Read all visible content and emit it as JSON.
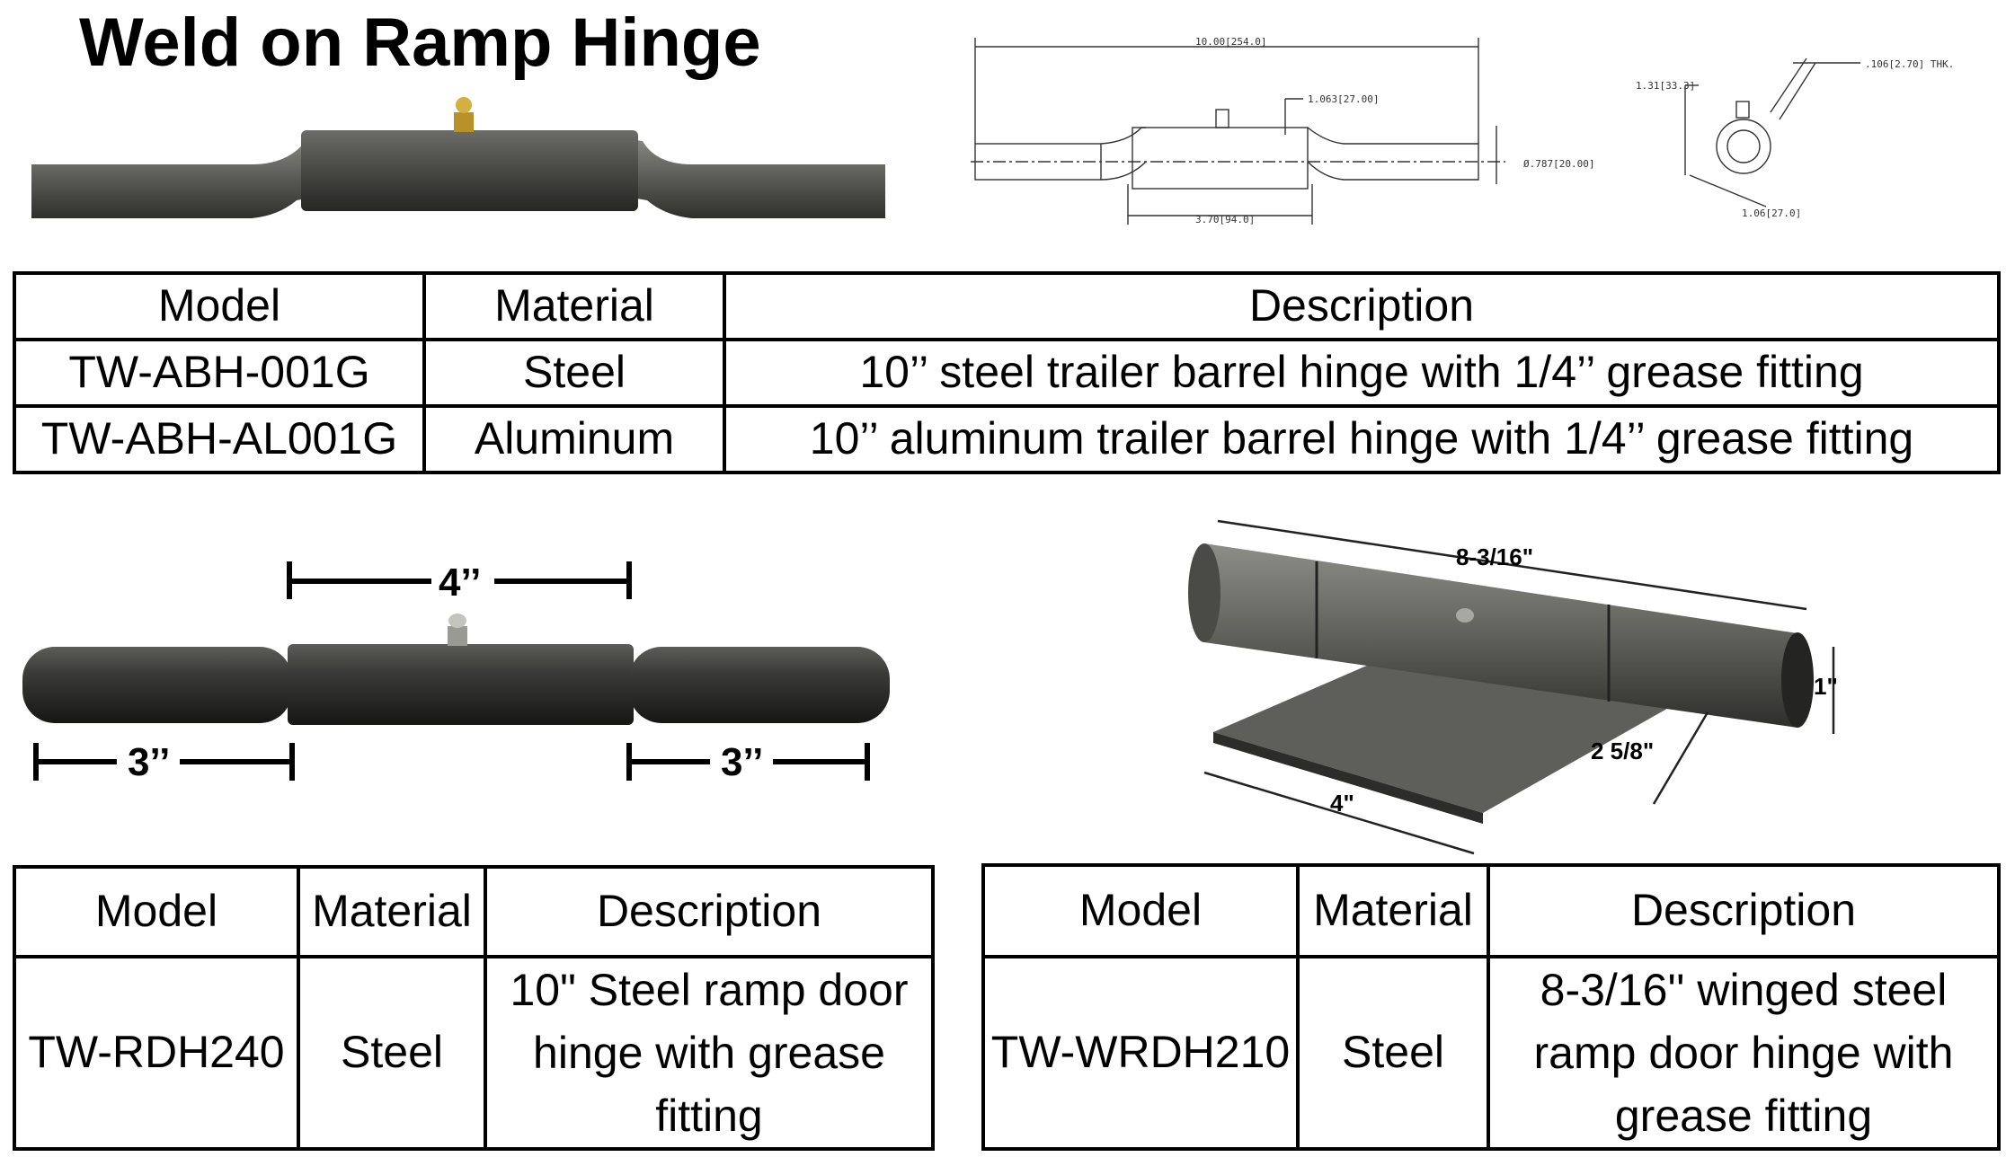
{
  "page": {
    "title": "Weld on Ramp Hinge"
  },
  "drawing_front": {
    "overall_length": "10.00[254.0]",
    "fitting_height": "1.063[27.00]",
    "diameter": "Ø.787[20.00]",
    "barrel_length": "3.70[94.0]"
  },
  "drawing_side": {
    "height": "1.31[33.3]",
    "thickness": ".106[2.70] THK.",
    "width": "1.06[27.0]"
  },
  "photo_rdh": {
    "top_dim": "4’’",
    "left_dim": "3’’",
    "right_dim": "3’’"
  },
  "photo_wrdh": {
    "length_dim": "8-3/16\"",
    "height_dim": "1\"",
    "wing_depth_dim": "2 5/8\"",
    "wing_width_dim": "4\""
  },
  "table_abh": {
    "headers": [
      "Model",
      "Material",
      "Description"
    ],
    "rows": [
      [
        "TW-ABH-001G",
        "Steel",
        "10’’ steel trailer barrel hinge with 1/4’’ grease fitting"
      ],
      [
        "TW-ABH-AL001G",
        "Aluminum",
        "10’’ aluminum trailer barrel hinge with 1/4’’ grease fitting"
      ]
    ]
  },
  "table_rdh": {
    "headers": [
      "Model",
      "Material",
      "Description"
    ],
    "rows": [
      [
        "TW-RDH240",
        "Steel",
        "10\" Steel ramp door hinge with grease fitting"
      ]
    ]
  },
  "table_wrdh": {
    "headers": [
      "Model",
      "Material",
      "Description"
    ],
    "rows": [
      [
        "TW-WRDH210",
        "Steel",
        "8-3/16'' winged steel ramp door hinge with grease fitting"
      ]
    ]
  },
  "colors": {
    "steel_dark": "#3a3a38",
    "steel_mid": "#6a6a66",
    "steel_light": "#9a9a94",
    "brass": "#c9a227"
  }
}
